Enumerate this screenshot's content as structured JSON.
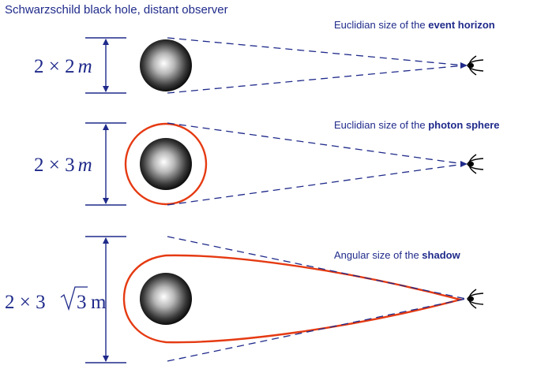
{
  "title": "Schwarzschild black hole, distant observer",
  "panels": [
    {
      "caption_prefix": "Euclidian size of the ",
      "caption_bold": "event horizon",
      "formula": {
        "lead": "2 × 2",
        "var": "m"
      }
    },
    {
      "caption_prefix": "Euclidian size of the ",
      "caption_bold": "photon sphere",
      "formula": {
        "lead": "2 × 3",
        "var": "m"
      }
    },
    {
      "caption_prefix": "Angular size of the ",
      "caption_bold": "shadow",
      "formula": {
        "lead": "2 × 3",
        "radical": "3",
        "var": "m"
      }
    }
  ],
  "colors": {
    "text": "#1f2a8a",
    "photon_ring": "#e53a12",
    "eye": "#000000"
  },
  "icons": {
    "black_hole": "shaded-sphere",
    "observer": "eye-icon"
  }
}
